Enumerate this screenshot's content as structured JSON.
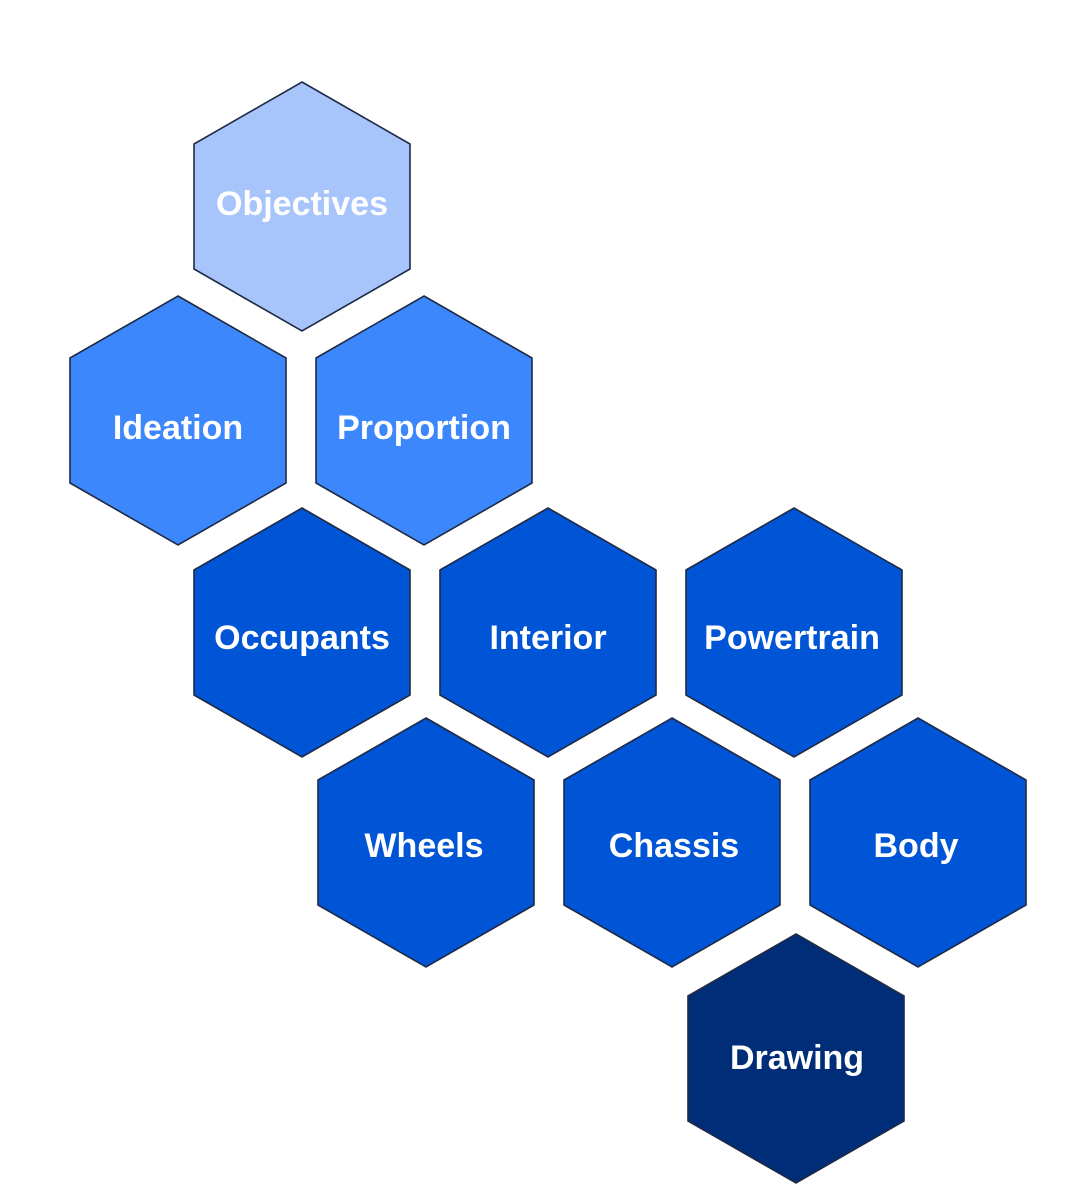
{
  "colors": {
    "light": "#a7c5fb",
    "mid": "#3c87fb",
    "dark": "#0055d6",
    "darkest": "#002d78",
    "outline": "#1f2a44",
    "text": "#ffffff"
  },
  "hexagons": [
    {
      "key": "objectives",
      "label": "Objectives",
      "tone": "light"
    },
    {
      "key": "ideation",
      "label": "Ideation",
      "tone": "mid"
    },
    {
      "key": "proportion",
      "label": "Proportion",
      "tone": "mid"
    },
    {
      "key": "occupants",
      "label": "Occupants",
      "tone": "dark"
    },
    {
      "key": "interior",
      "label": "Interior",
      "tone": "dark"
    },
    {
      "key": "powertrain",
      "label": "Powertrain",
      "tone": "dark"
    },
    {
      "key": "wheels",
      "label": "Wheels",
      "tone": "dark"
    },
    {
      "key": "chassis",
      "label": "Chassis",
      "tone": "dark"
    },
    {
      "key": "body",
      "label": "Body",
      "tone": "dark"
    },
    {
      "key": "drawing",
      "label": "Drawing",
      "tone": "darkest"
    }
  ]
}
